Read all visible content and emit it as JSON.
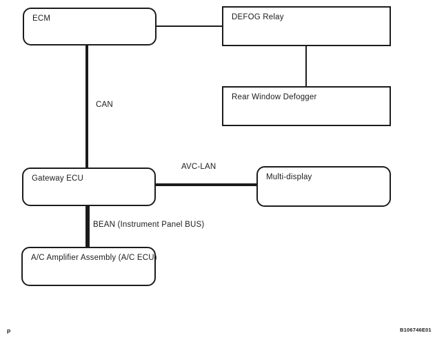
{
  "diagram": {
    "title_implicit": "Communication bus diagram",
    "nodes": {
      "ecm": {
        "label": "ECM",
        "shape": "rounded"
      },
      "defog_relay": {
        "label": "DEFOG Relay",
        "shape": "rectangle"
      },
      "rear_window_defogger": {
        "label": "Rear Window Defogger",
        "shape": "rectangle"
      },
      "gateway_ecu": {
        "label": "Gateway ECU",
        "shape": "rounded"
      },
      "multi_display": {
        "label": "Multi-display",
        "shape": "rounded"
      },
      "ac_amplifier": {
        "label": "A/C Amplifier Assembly (A/C ECU)",
        "shape": "rounded"
      }
    },
    "buses": {
      "can": {
        "label": "CAN",
        "style": "double-line",
        "from": "ecm",
        "to": "gateway_ecu"
      },
      "avc_lan": {
        "label": "AVC-LAN",
        "style": "double-line",
        "from": "gateway_ecu",
        "to": "multi_display"
      },
      "bean": {
        "label": "BEAN (Instrument Panel BUS)",
        "style": "solid-thick",
        "from": "gateway_ecu",
        "to": "ac_amplifier"
      },
      "ecm_to_defog_relay": {
        "label": "",
        "style": "thin",
        "from": "ecm",
        "to": "defog_relay"
      },
      "defog_relay_to_defogger": {
        "label": "",
        "style": "thin",
        "from": "defog_relay",
        "to": "rear_window_defogger"
      }
    },
    "footer": {
      "page_marker": "P",
      "figure_code": "B106746E01"
    },
    "colors": {
      "line": "#1b1b1b",
      "background": "#ffffff"
    }
  }
}
